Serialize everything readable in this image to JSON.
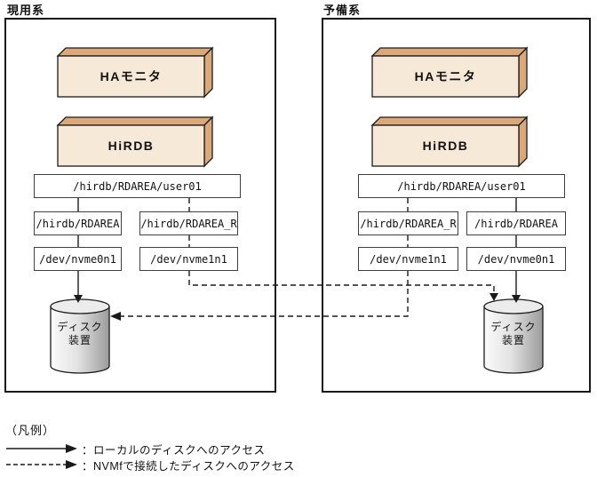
{
  "systems": [
    {
      "label": "現用系",
      "ha_monitor": "HAモニタ",
      "db": "HiRDB",
      "rdarea_file": "/hirdb/RDAREA/user01",
      "col_left": {
        "symlink": "/hirdb/RDAREA",
        "device": "/dev/nvme0n1"
      },
      "col_right": {
        "symlink": "/hirdb/RDAREA_R",
        "device": "/dev/nvme1n1"
      },
      "disk": {
        "line1": "ディスク",
        "line2": "装置"
      }
    },
    {
      "label": "予備系",
      "ha_monitor": "HAモニタ",
      "db": "HiRDB",
      "rdarea_file": "/hirdb/RDAREA/user01",
      "col_left": {
        "symlink": "/hirdb/RDAREA_R",
        "device": "/dev/nvme1n1"
      },
      "col_right": {
        "symlink": "/hirdb/RDAREA",
        "device": "/dev/nvme0n1"
      },
      "disk": {
        "line1": "ディスク",
        "line2": "装置"
      }
    }
  ],
  "legend": {
    "title": "（凡例）",
    "items": [
      {
        "style": "solid",
        "label": "：ローカルのディスクへのアクセス"
      },
      {
        "style": "dashed",
        "label": "：NVMfで接続したディスクへのアクセス"
      }
    ]
  },
  "colors": {
    "box_face": "#f7e9d8",
    "box_depth": "#dba87a",
    "line": "#1a1a1a",
    "disk_top": "#ececec",
    "disk_body_light": "#fbfbfb",
    "disk_body_dark": "#9b9b9b",
    "background": "#ffffff"
  }
}
